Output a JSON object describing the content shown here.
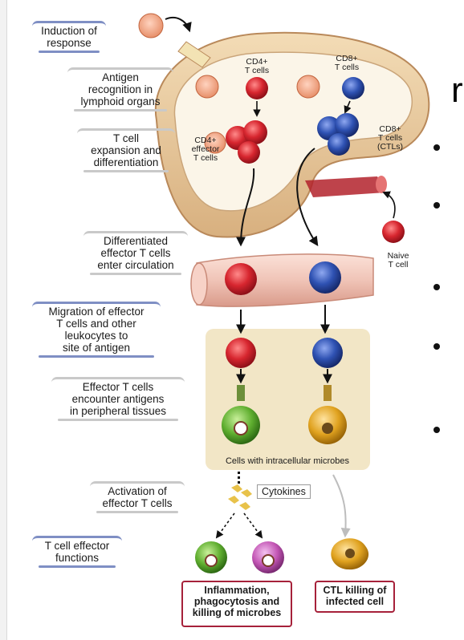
{
  "steps": [
    {
      "text": "Induction of\nresponse"
    },
    {
      "text": "Antigen\nrecognition in\nlymphoid organs"
    },
    {
      "text": "T cell\nexpansion and\ndifferentiation"
    },
    {
      "text": "Differentiated\neffector T cells\nenter circulation"
    },
    {
      "text": "Migration of effector\nT cells and other\nleukocytes to\nsite of antigen"
    },
    {
      "text": "Effector T cells\nencounter antigens\nin peripheral tissues"
    },
    {
      "text": "Activation of\neffector T cells"
    },
    {
      "text": "T cell effector\nfunctions"
    }
  ],
  "captions": {
    "cd4_t_cells": "CD4+\nT cells",
    "cd8_t_cells": "CD8+\nT cells",
    "cd4_effector": "CD4+\neffector\nT cells",
    "cd8_ctls": "CD8+\nT cells\n(CTLs)",
    "naive": "Naive\nT cell",
    "intracellular": "Cells with intracellular microbes",
    "cytokines": "Cytokines"
  },
  "outcomes": {
    "inflammation": "Inflammation,\nphagocytosis and\nkilling of microbes",
    "ctl_killing": "CTL killing of\ninfected cell"
  },
  "slide_fragment": "r",
  "colors": {
    "cd4": "#d7262f",
    "cd8": "#2f52b3",
    "node": "#e8cfa7",
    "tissue": "#f2e6c6",
    "vessel": "#f0c4b7",
    "box_border": "#a6213a",
    "label_blue": "#7f8fc4"
  }
}
